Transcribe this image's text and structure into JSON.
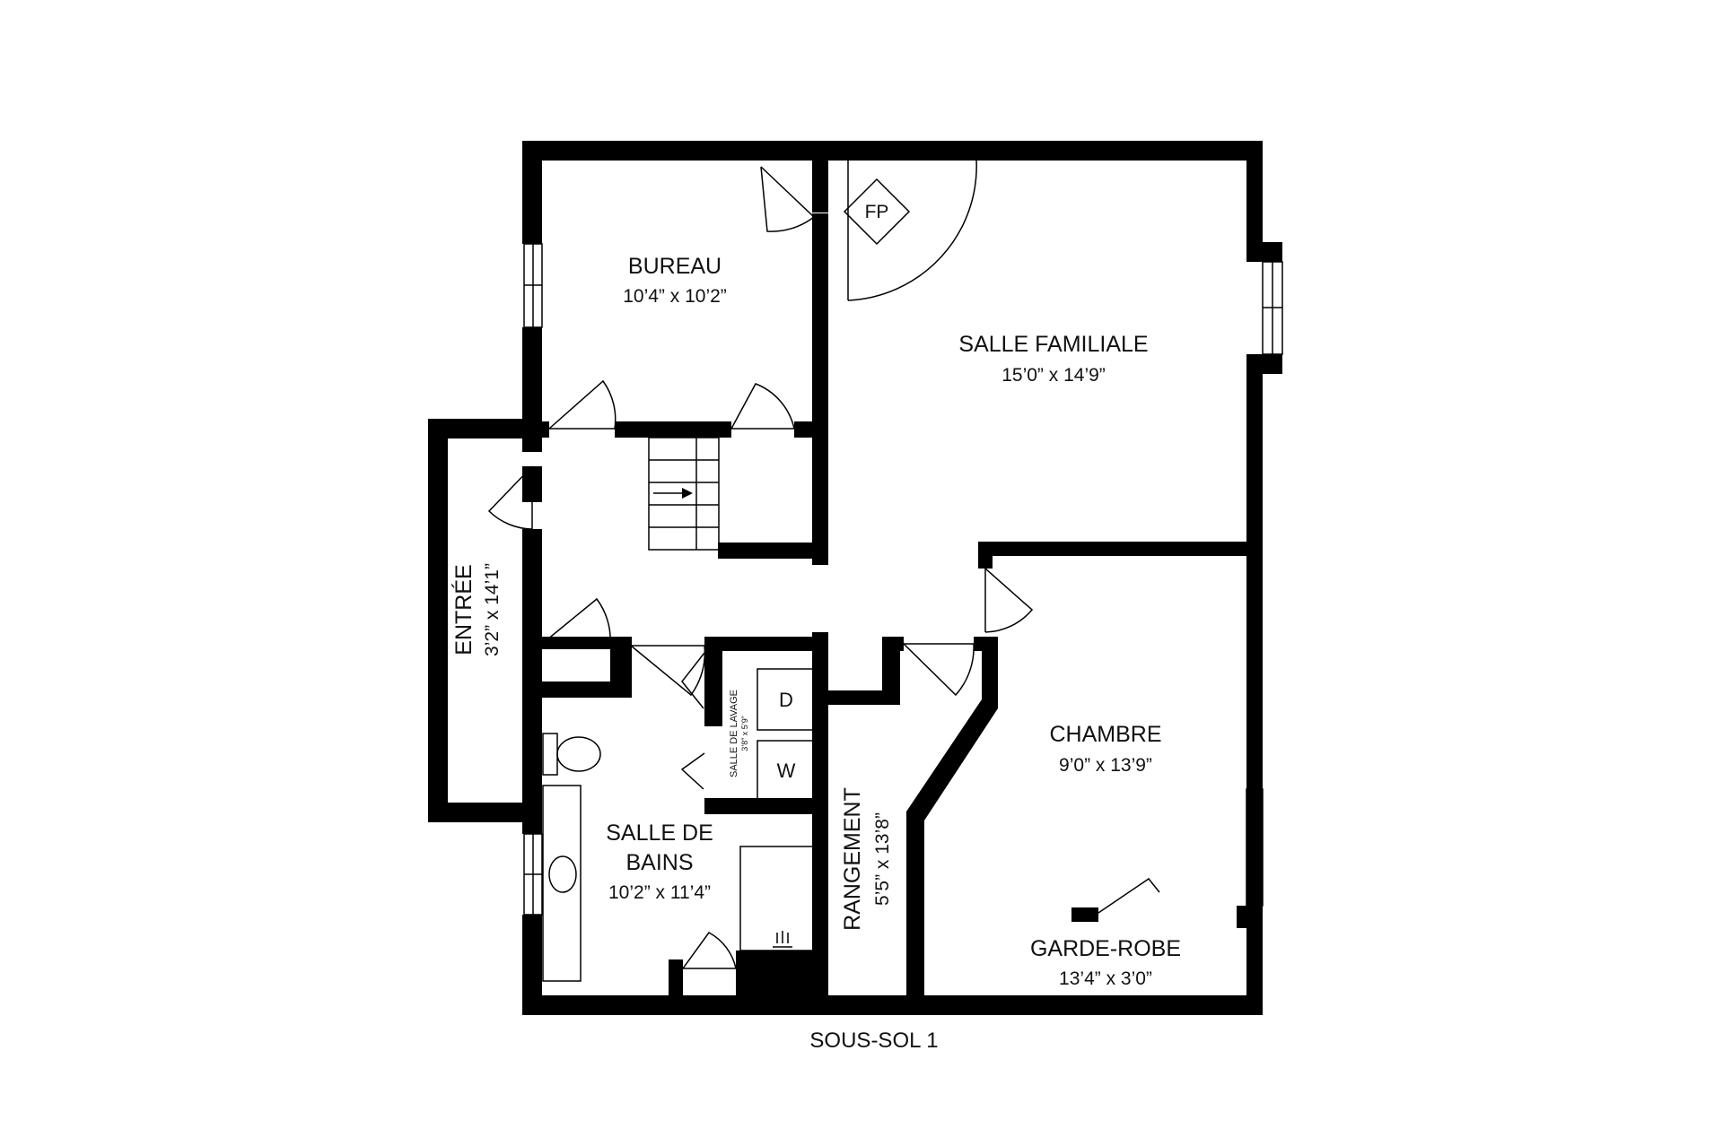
{
  "floor": {
    "label": "SOUS-SOL 1"
  },
  "rooms": {
    "bureau": {
      "name": "BUREAU",
      "dims": "10’4” x 10’2”"
    },
    "salle_familiale": {
      "name": "SALLE FAMILIALE",
      "dims": "15’0” x 14’9”"
    },
    "entree": {
      "name": "ENTRÉE",
      "dims": "3’2” x 14’1”"
    },
    "salle_de_lavage": {
      "name": "SALLE DE LAVAGE",
      "dims": "3’8” x 5’9”"
    },
    "salle_de_bains": {
      "name_line1": "SALLE DE",
      "name_line2": "BAINS",
      "dims": "10’2” x 11’4”"
    },
    "rangement": {
      "name": "RANGEMENT",
      "dims": "5’5” x 13’8”"
    },
    "chambre": {
      "name": "CHAMBRE",
      "dims": "9’0” x 13’9”"
    },
    "garde_robe": {
      "name": "GARDE-ROBE",
      "dims": "13’4” x 3’0”"
    }
  },
  "fixtures": {
    "fireplace": "FP",
    "dryer": "D",
    "washer": "W"
  }
}
